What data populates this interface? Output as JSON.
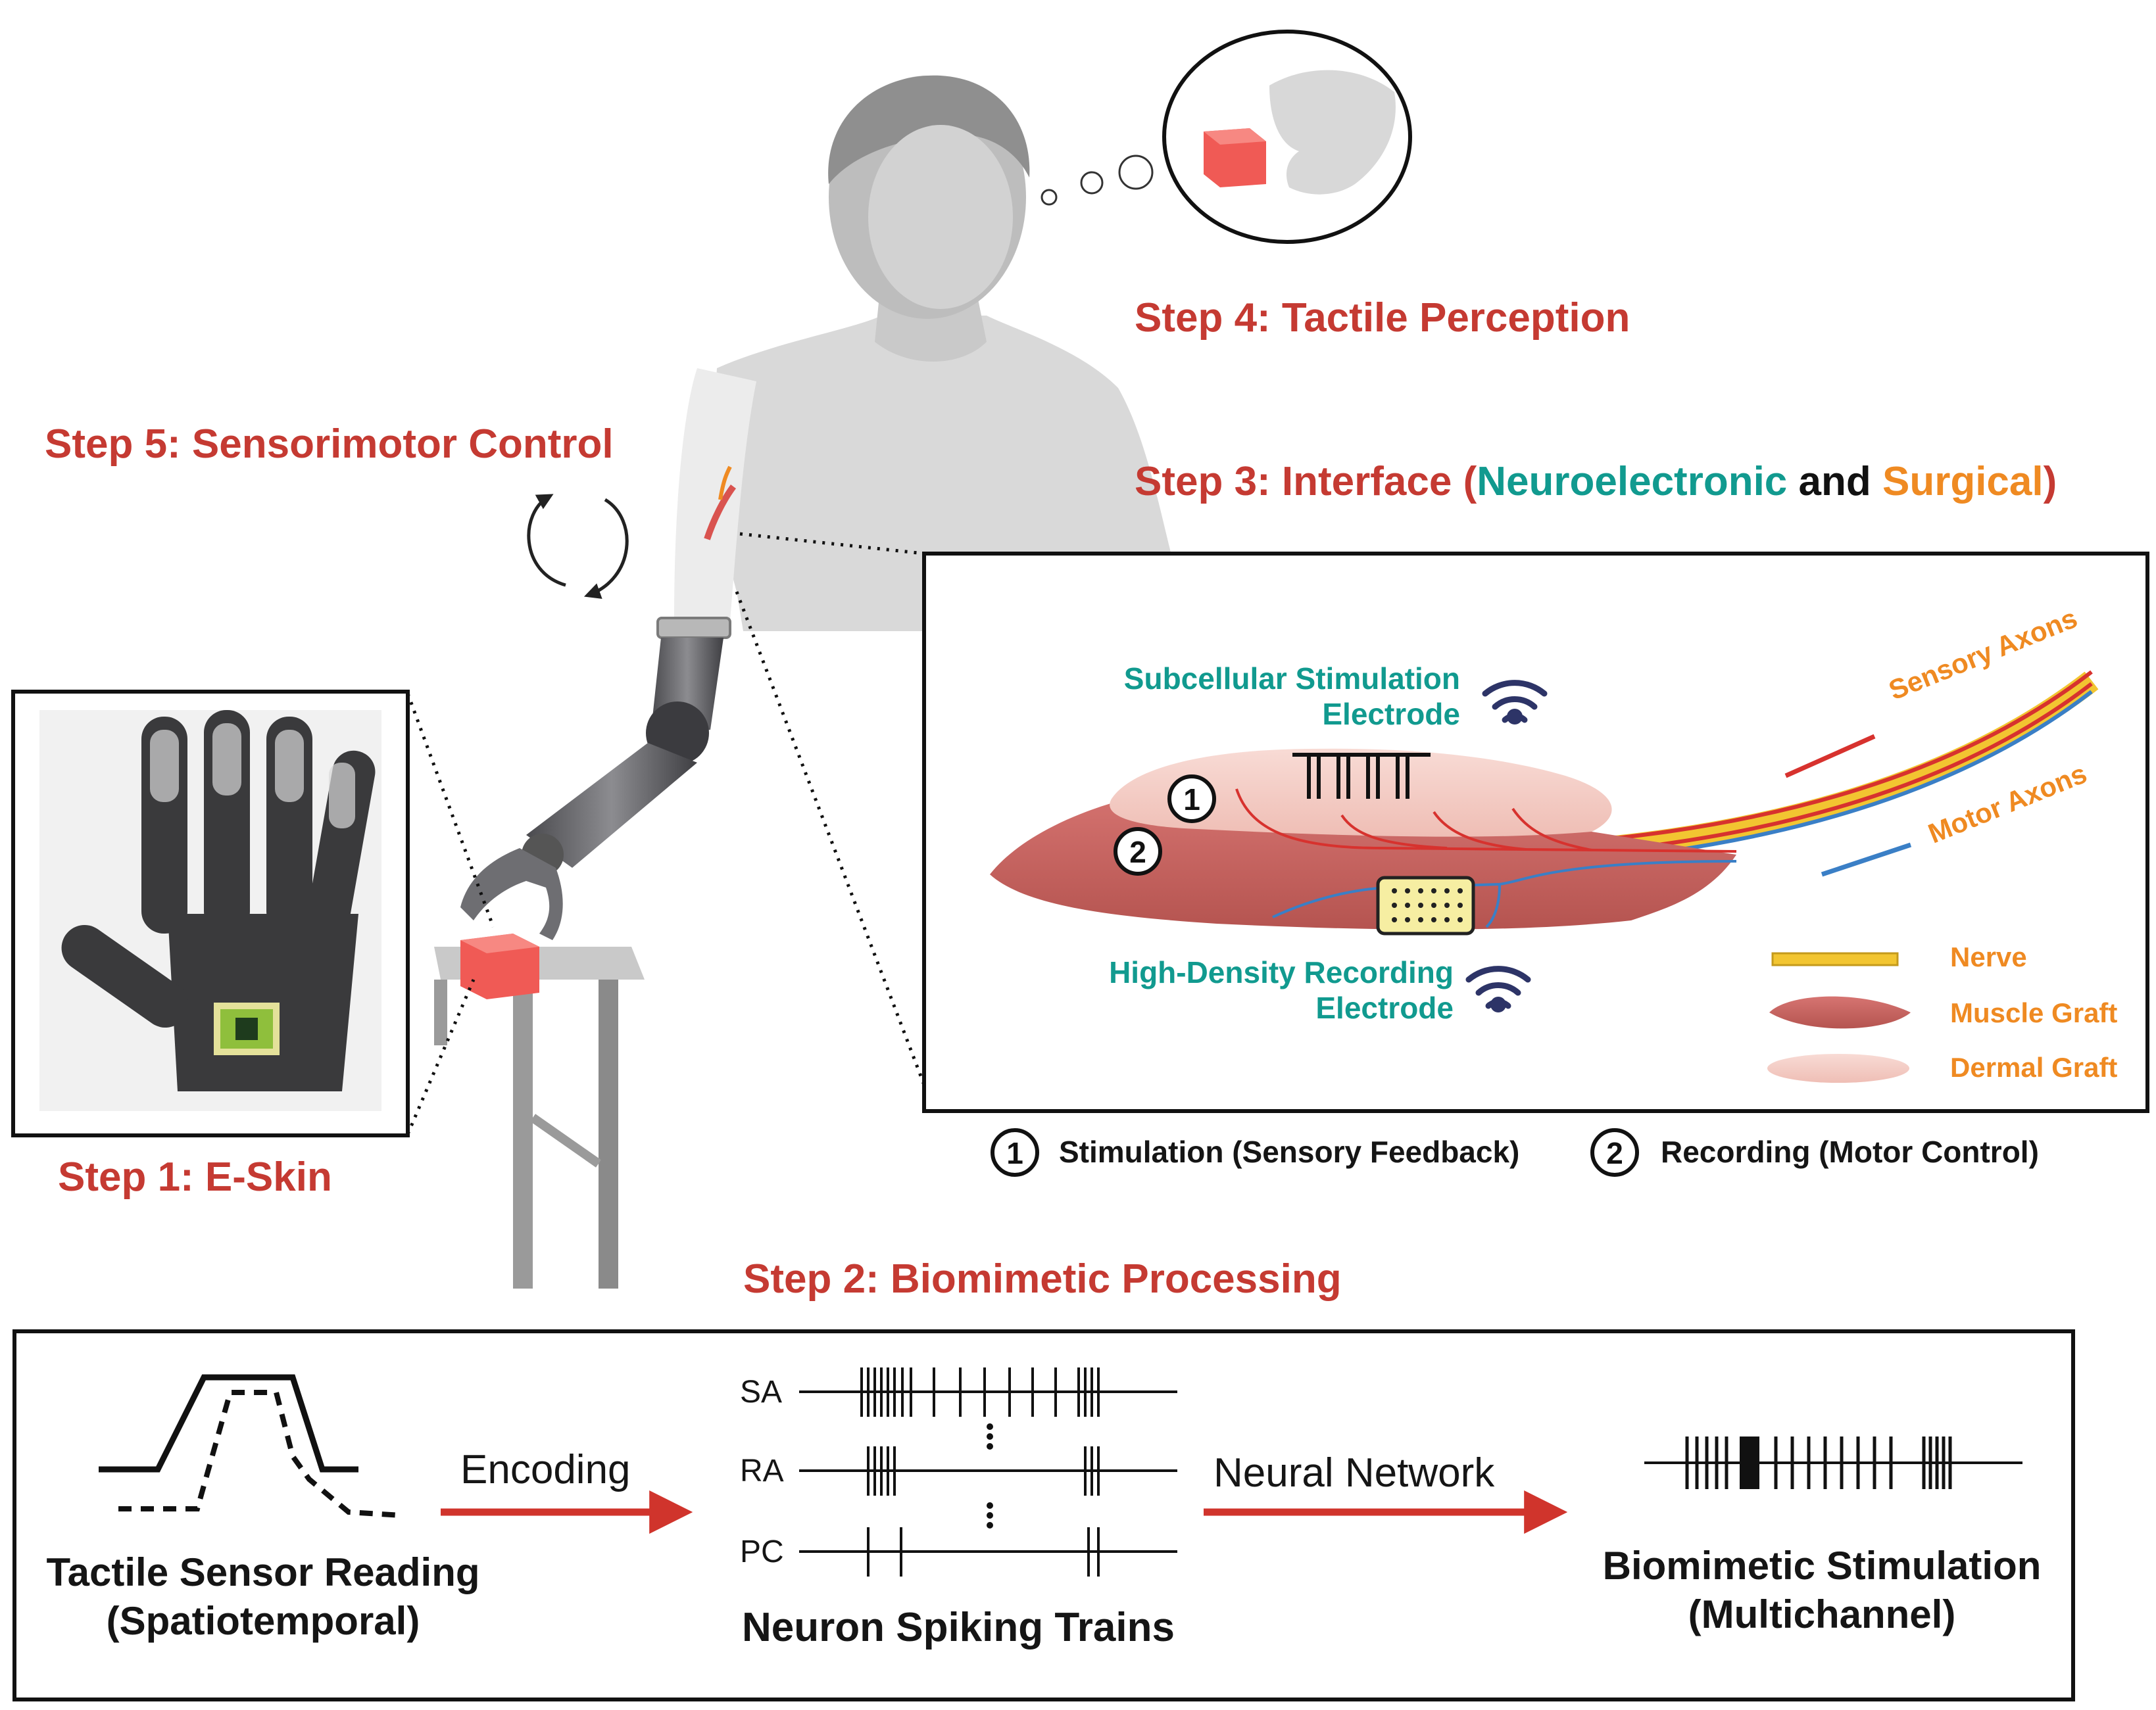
{
  "steps": {
    "step1": "Step 1: E-Skin",
    "step2": "Step 2: Biomimetic Processing",
    "step3_prefix": "Step 3: Interface (",
    "step3_neuro": "Neuroelectronic",
    "step3_and": " and ",
    "step3_surgical": "Surgical",
    "step3_suffix": ")",
    "step4": "Step 4: Tactile Perception",
    "step5": "Step 5: Sensorimotor Control"
  },
  "interface": {
    "stim_electrode_line1": "Subcellular Stimulation",
    "stim_electrode_line2": "Electrode",
    "rec_electrode_line1": "High-Density Recording",
    "rec_electrode_line2": "Electrode",
    "sensory_axons": "Sensory Axons",
    "motor_axons": "Motor Axons",
    "marker_1": "1",
    "marker_2": "2"
  },
  "legend": {
    "nerve": "Nerve",
    "muscle_graft": "Muscle Graft",
    "dermal_graft": "Dermal Graft"
  },
  "key": {
    "marker_1": "1",
    "marker_2": "2",
    "stimulation": "Stimulation (Sensory Feedback)",
    "recording": "Recording (Motor Control)"
  },
  "processing": {
    "sensor_line1": "Tactile Sensor Reading",
    "sensor_line2": "(Spatiotemporal)",
    "encoding": "Encoding",
    "sa": "SA",
    "ra": "RA",
    "pc": "PC",
    "spiking": "Neuron Spiking Trains",
    "neural_network": "Neural Network",
    "output_line1": "Biomimetic Stimulation",
    "output_line2": "(Multichannel)"
  },
  "colors": {
    "step_red": "#c53a32",
    "teal": "#119a8f",
    "orange": "#ef8a22",
    "arrow_red": "#d0342c",
    "sensory_red": "#d7322e",
    "motor_blue": "#3a7fc6",
    "nerve_yellow": "#f2c531",
    "muscle": "#c9625e",
    "dermal": "#f3c4bd",
    "wifi_navy": "#2d3467"
  },
  "icons": {
    "wifi": "wifi-icon",
    "cycle": "cycle-arrows-icon",
    "person": "person-silhouette",
    "robot_arm": "robotic-arm",
    "cube": "red-cube"
  }
}
